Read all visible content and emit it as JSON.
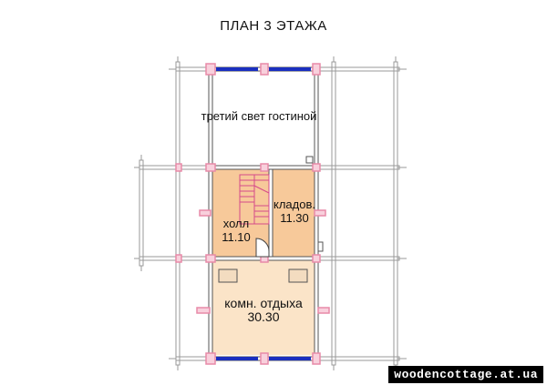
{
  "title": "ПЛАН  3  ЭТАЖА",
  "rooms": {
    "void": {
      "name": "третий свет гостиной"
    },
    "hall": {
      "name": "холл",
      "area": "11.10"
    },
    "storage": {
      "name": "кладов.",
      "area": "11.30"
    },
    "rest": {
      "name": "комн. отдыха",
      "area": "30.30"
    }
  },
  "watermark": "woodencottage.at.ua",
  "colors": {
    "wall": "#9a9a9a",
    "room_fill_hall": "#f7c99a",
    "room_fill_rest": "#fbe4c8",
    "window": "#1a2fbf",
    "joint": "#e88aa8",
    "stair": "#d64a8a"
  }
}
